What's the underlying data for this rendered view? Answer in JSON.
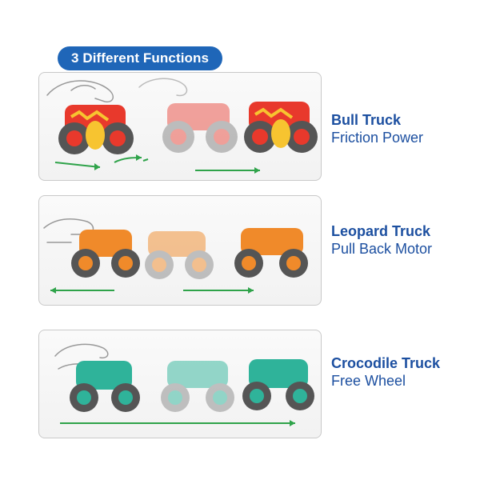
{
  "header": {
    "title": "3 Different Functions"
  },
  "trucks": [
    {
      "name": "Bull Truck",
      "function": "Friction Power",
      "color": "#e8392c"
    },
    {
      "name": "Leopard Truck",
      "function": "Pull Back Motor",
      "color": "#f08a2a"
    },
    {
      "name": "Crocodile Truck",
      "function": "Free Wheel",
      "color": "#2fb39a"
    }
  ],
  "colors": {
    "accent": "#1f66b8",
    "text": "#1c4fa0",
    "arrow": "#2fa34a"
  }
}
